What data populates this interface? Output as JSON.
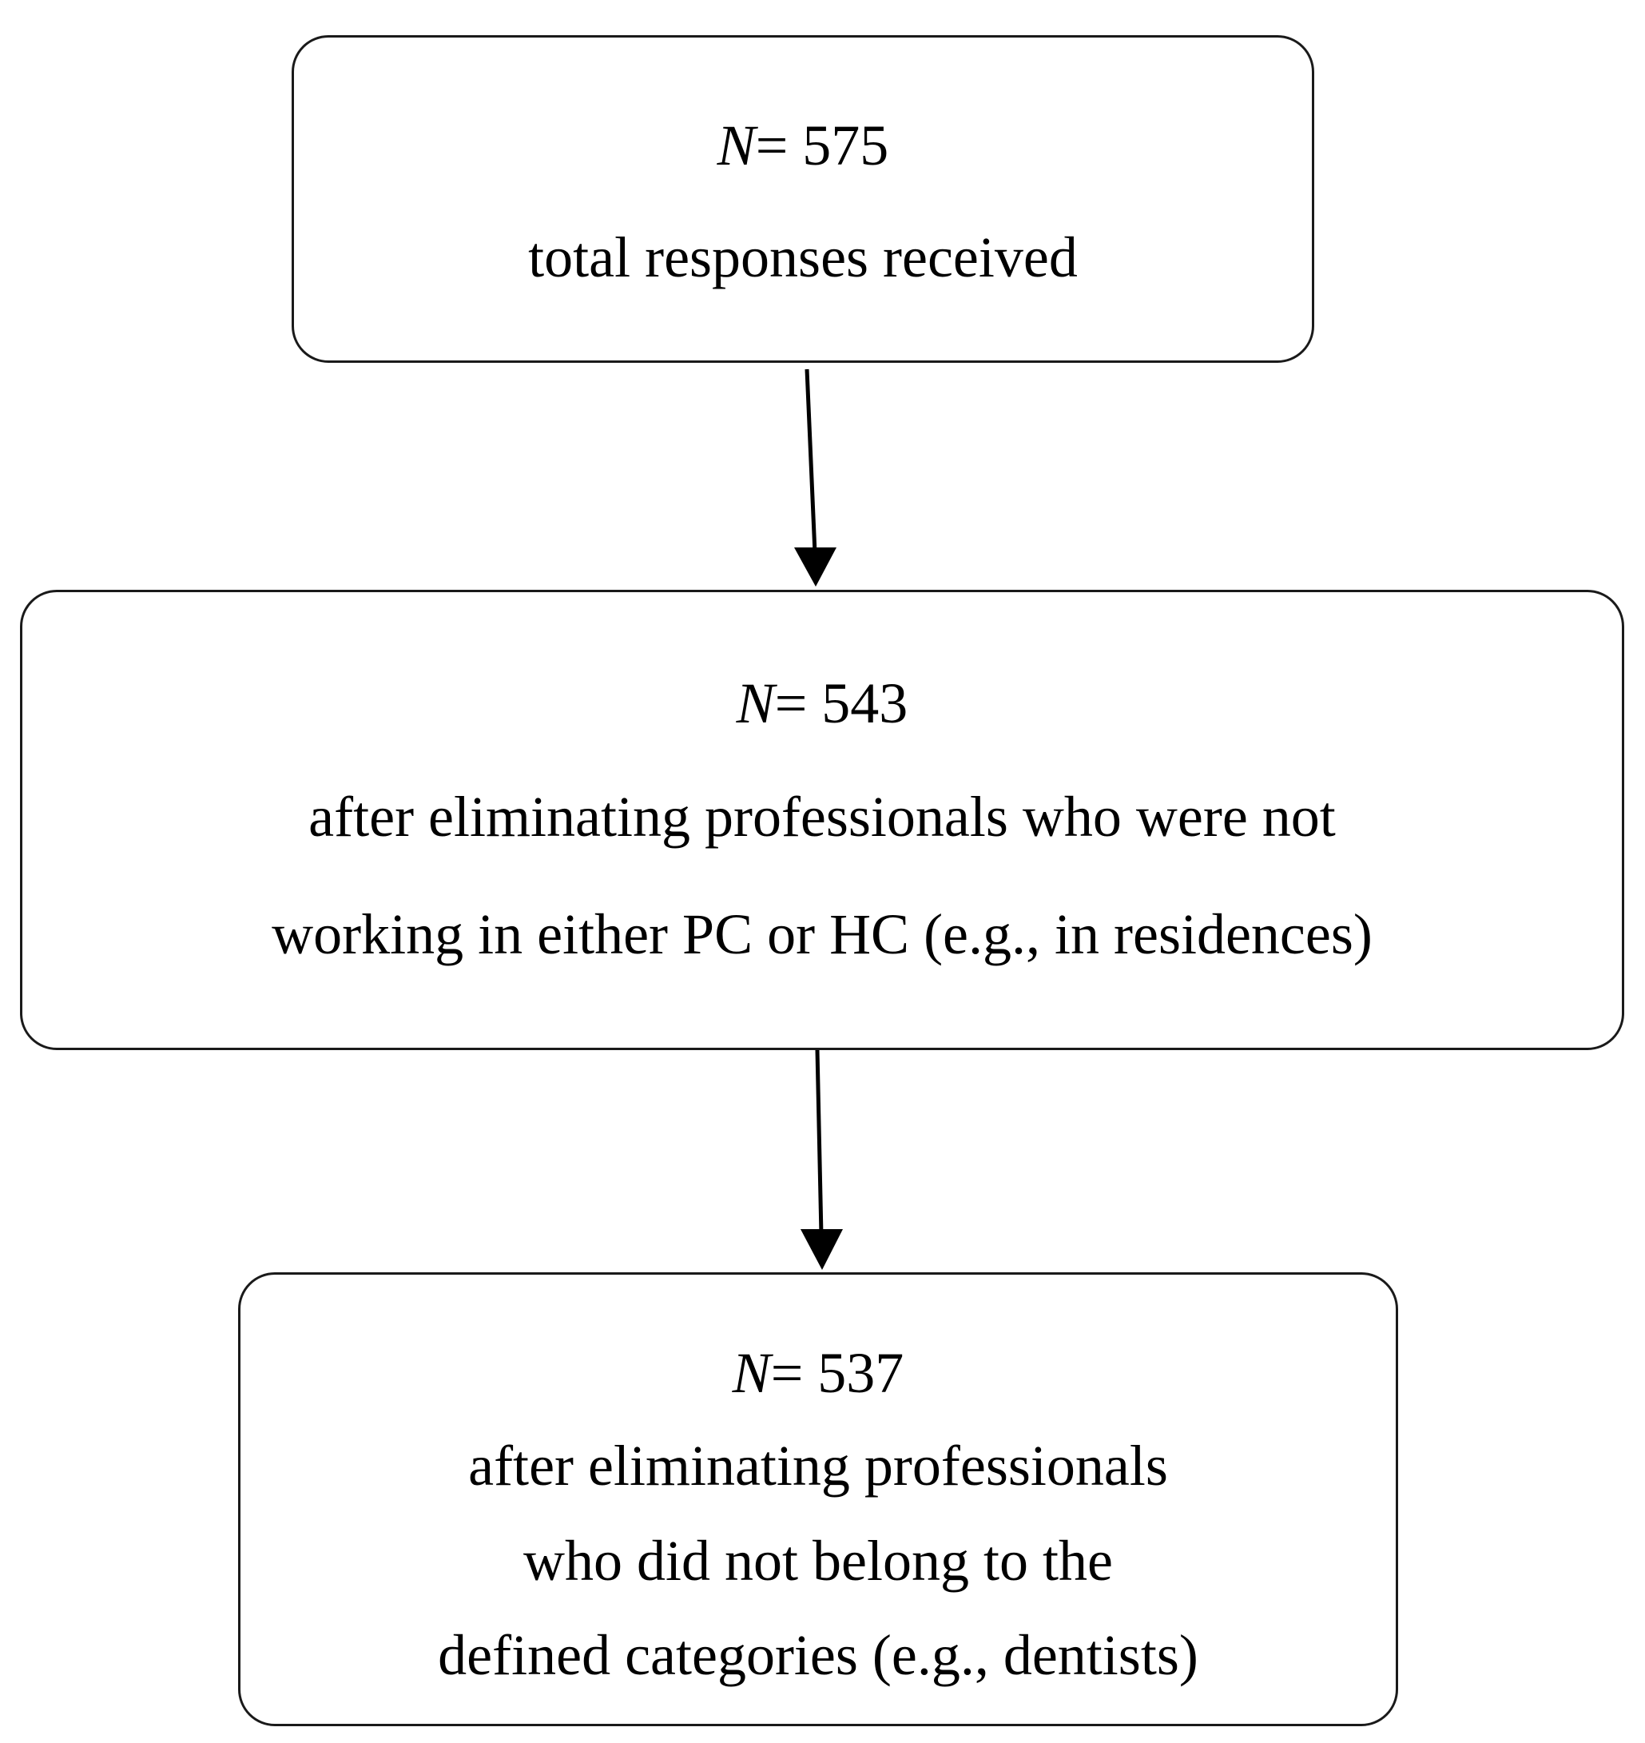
{
  "flowchart": {
    "steps": [
      {
        "n_symbol": "N",
        "n_value": "= 575",
        "lines": [
          "total responses received"
        ]
      },
      {
        "n_symbol": "N",
        "n_value": "= 543",
        "lines": [
          "after eliminating professionals who were not",
          "working in either PC or HC (e.g., in residences)"
        ]
      },
      {
        "n_symbol": "N",
        "n_value": "= 537",
        "lines": [
          "after eliminating professionals",
          "who did not belong to the",
          "defined categories (e.g., dentists)"
        ]
      }
    ]
  }
}
